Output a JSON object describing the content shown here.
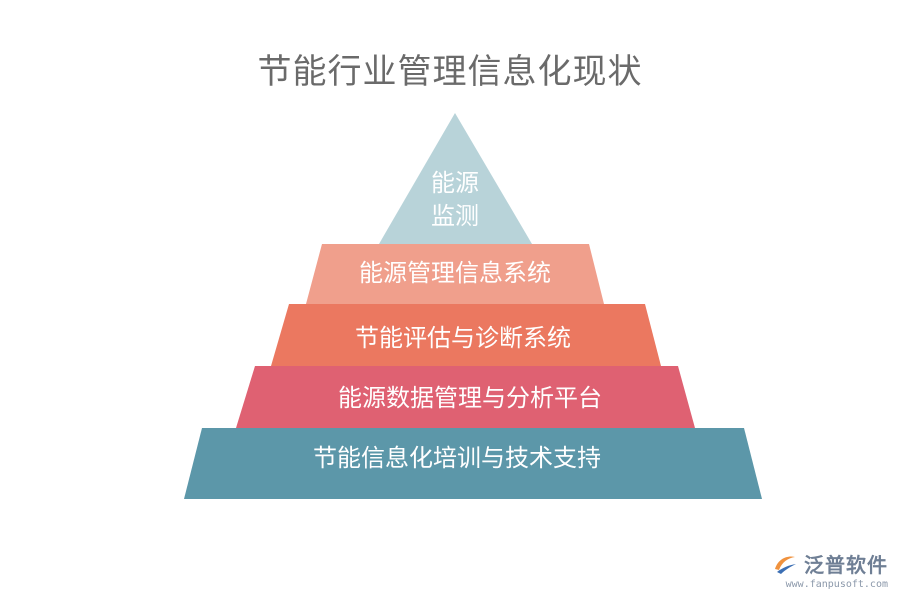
{
  "title": "节能行业管理信息化现状",
  "pyramid": {
    "levels": [
      {
        "lines": [
          "能源",
          "监测"
        ],
        "color": "#b8d3d9"
      },
      {
        "text": "能源管理信息系统",
        "color": "#f09f8c"
      },
      {
        "text": "节能评估与诊断系统",
        "color": "#eb7860"
      },
      {
        "text": "能源数据管理与分析平台",
        "color": "#df6172"
      },
      {
        "text": "节能信息化培训与技术支持",
        "color": "#5c97a9"
      }
    ]
  },
  "watermark": {
    "name": "泛普软件",
    "url": "www.fanpusoft.com",
    "logo_colors": {
      "orange": "#f0923e",
      "blue": "#3c6fb4"
    }
  }
}
